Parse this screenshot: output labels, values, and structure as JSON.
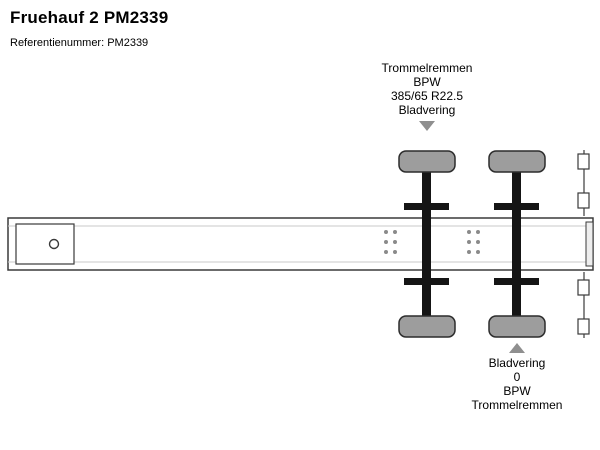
{
  "window": {
    "title": "Fruehauf 2 PM2339",
    "reference": "Referentienummer: PM2339"
  },
  "annotations": {
    "top": {
      "lines": [
        "Trommelremmen",
        "BPW",
        "385/65 R22.5",
        "Bladvering"
      ],
      "arrow_icon": "arrow-down-icon"
    },
    "bottom": {
      "lines": [
        "Bladvering",
        "0",
        "BPW",
        "Trommelremmen"
      ],
      "arrow_icon": "arrow-up-icon"
    }
  },
  "diagram": {
    "label": "trailer-chassis-top-view",
    "axles": 2,
    "wheels_per_axle": 2
  },
  "colors": {
    "background": "#ffffff",
    "outline": "#3a3a3a",
    "axle": "#151515",
    "wheel_fill": "#9d9d9d",
    "arrow": "#8f8f8f",
    "text": "#000000"
  }
}
